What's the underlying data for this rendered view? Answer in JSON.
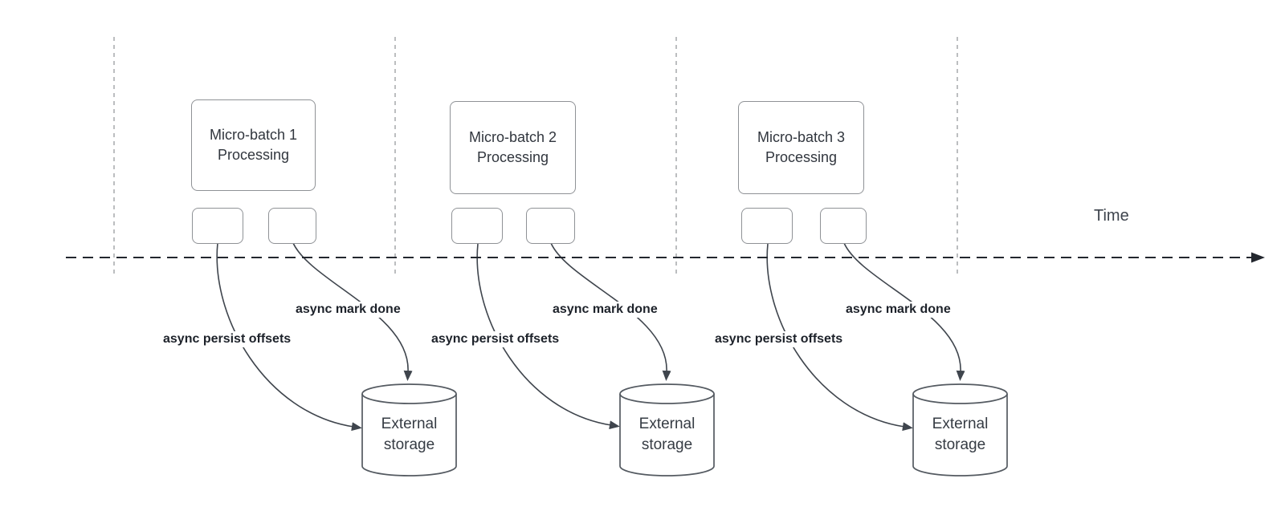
{
  "diagram": {
    "timeline_label": "Time",
    "groups": [
      {
        "title_line1": "Micro-batch 1",
        "title_line2": "Processing",
        "persist_label": "async persist offsets",
        "done_label": "async mark done",
        "storage_line1": "External",
        "storage_line2": "storage"
      },
      {
        "title_line1": "Micro-batch 2",
        "title_line2": "Processing",
        "persist_label": "async persist offsets",
        "done_label": "async mark done",
        "storage_line1": "External",
        "storage_line2": "storage"
      },
      {
        "title_line1": "Micro-batch 3",
        "title_line2": "Processing",
        "persist_label": "async persist offsets",
        "done_label": "async mark done",
        "storage_line1": "External",
        "storage_line2": "storage"
      }
    ]
  },
  "colors": {
    "background": "#ffffff",
    "box-border": "#8f9296",
    "box-text": "#31363e",
    "curve": "#3f454d",
    "timeline": "#23272e",
    "gridline": "#a6a9ac",
    "label-text": "#1d222a",
    "cylinder-border": "#545a61",
    "storage-text": "#363c44",
    "time-text": "#3e444d"
  }
}
